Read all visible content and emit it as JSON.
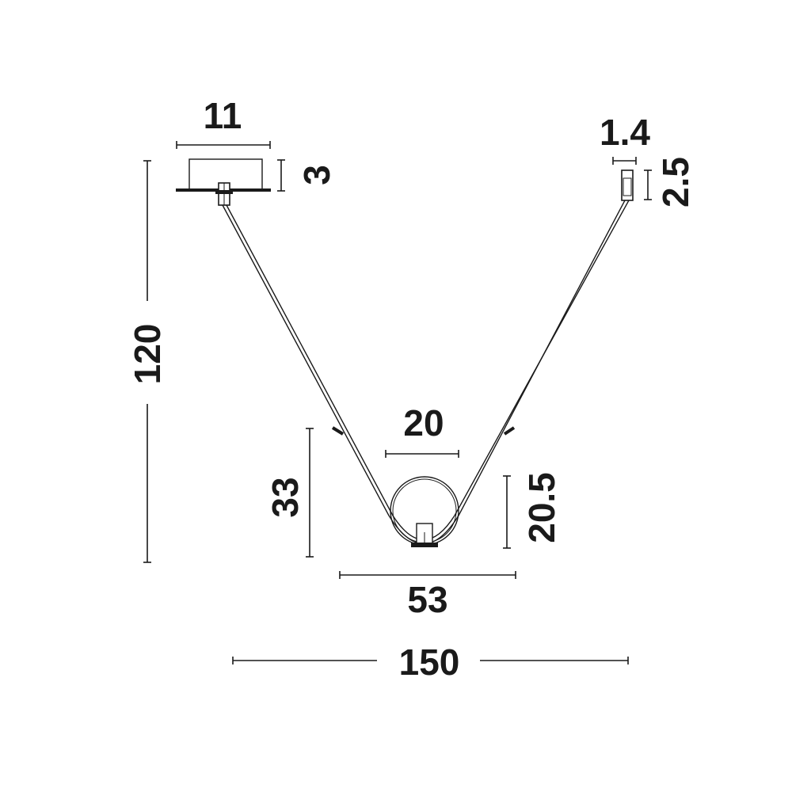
{
  "dimensions": {
    "canopy_width": "11",
    "canopy_height": "3",
    "connector_width": "1.4",
    "connector_height": "2.5",
    "total_height": "120",
    "sphere_diameter": "20",
    "loop_height": "33",
    "sphere_height": "20.5",
    "loop_width": "53",
    "total_width": "150"
  },
  "colors": {
    "line": "#1a1a1a",
    "background": "#ffffff"
  }
}
